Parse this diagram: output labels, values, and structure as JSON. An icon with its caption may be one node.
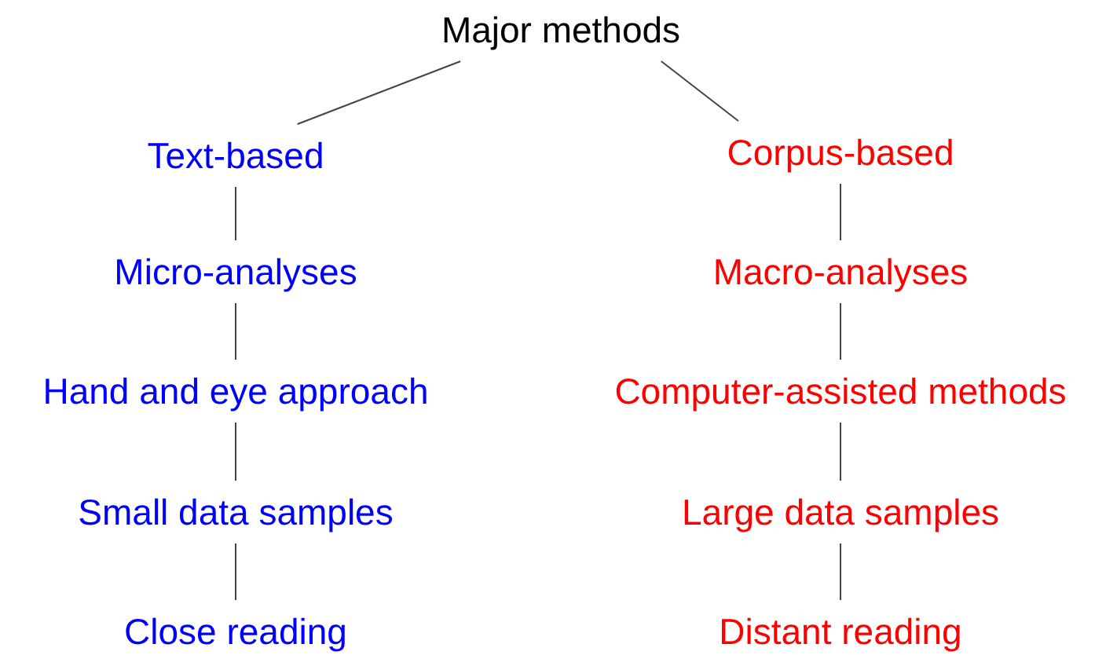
{
  "diagram": {
    "nodes": [
      {
        "text": [
          "Major methods"
        ]
      },
      {
        "text": [
          "Text-based"
        ]
      },
      {
        "text": [
          "Micro-analyses"
        ]
      },
      {
        "text": [
          "Hand and eye approach"
        ]
      },
      {
        "text": [
          "Small data samples"
        ]
      },
      {
        "text": [
          "Close reading"
        ]
      },
      {
        "text": [
          "Corpus-based"
        ]
      },
      {
        "text": [
          "Macro-analyses"
        ]
      },
      {
        "text": [
          "Computer-assisted methods"
        ]
      },
      {
        "text": [
          "Large data samples"
        ]
      },
      {
        "text": [
          "Distant reading"
        ]
      }
    ],
    "edges": [
      {
        "from": 0,
        "to": 1,
        "arrow": "none"
      },
      {
        "from": 1,
        "to": 2,
        "arrow": "none"
      },
      {
        "from": 2,
        "to": 3,
        "arrow": "none"
      },
      {
        "from": 3,
        "to": 4,
        "arrow": "none"
      },
      {
        "from": 4,
        "to": 5,
        "arrow": "none"
      },
      {
        "from": 0,
        "to": 6,
        "arrow": "none"
      },
      {
        "from": 6,
        "to": 7,
        "arrow": "none"
      },
      {
        "from": 7,
        "to": 8,
        "arrow": "none"
      },
      {
        "from": 8,
        "to": 9,
        "arrow": "none"
      },
      {
        "from": 9,
        "to": 10,
        "arrow": "none"
      }
    ]
  }
}
